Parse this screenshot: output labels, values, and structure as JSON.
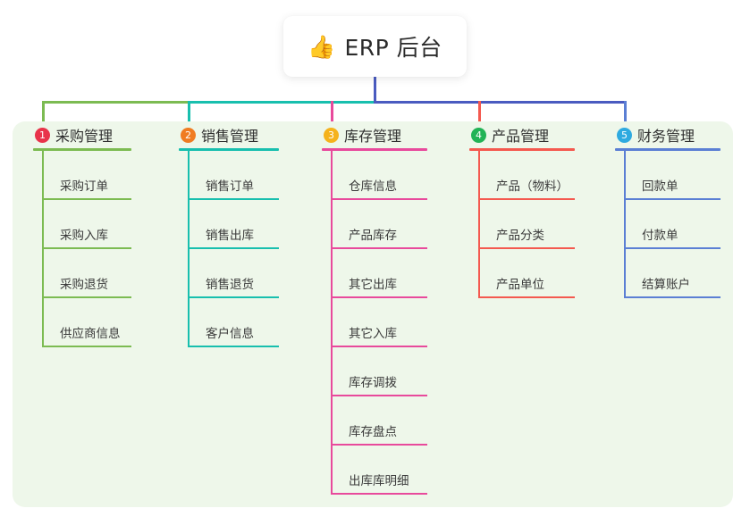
{
  "root": {
    "icon": "thumbs-up-icon",
    "icon_glyph": "👍",
    "title": "ERP 后台"
  },
  "palette": {
    "panel_bg": "#eef7ea",
    "root_bg": "#ffffff",
    "stem": "#4a5bc0",
    "bar_left": "#7cbb52",
    "bar_mid": "#18bfae",
    "bar_right": "#4a5bc0"
  },
  "columns": [
    {
      "index": "1",
      "title": "采购管理",
      "badge_color": "#e8334a",
      "line_color": "#7cbb52",
      "drop_color": "#7cbb52",
      "items": [
        "采购订单",
        "采购入库",
        "采购退货",
        "供应商信息"
      ]
    },
    {
      "index": "2",
      "title": "销售管理",
      "badge_color": "#f07c22",
      "line_color": "#18bfae",
      "drop_color": "#18bfae",
      "items": [
        "销售订单",
        "销售出库",
        "销售退货",
        "客户信息"
      ]
    },
    {
      "index": "3",
      "title": "库存管理",
      "badge_color": "#f5b21c",
      "line_color": "#e84a9c",
      "drop_color": "#e84a9c",
      "items": [
        "仓库信息",
        "产品库存",
        "其它出库",
        "其它入库",
        "库存调拨",
        "库存盘点",
        "出库库明细"
      ]
    },
    {
      "index": "4",
      "title": "产品管理",
      "badge_color": "#22b356",
      "line_color": "#f4594f",
      "drop_color": "#f4594f",
      "items": [
        "产品（物料）",
        "产品分类",
        "产品单位"
      ]
    },
    {
      "index": "5",
      "title": "财务管理",
      "badge_color": "#2eaae0",
      "line_color": "#5b7fd4",
      "drop_color": "#5b7fd4",
      "items": [
        "回款单",
        "付款单",
        "结算账户"
      ]
    }
  ]
}
